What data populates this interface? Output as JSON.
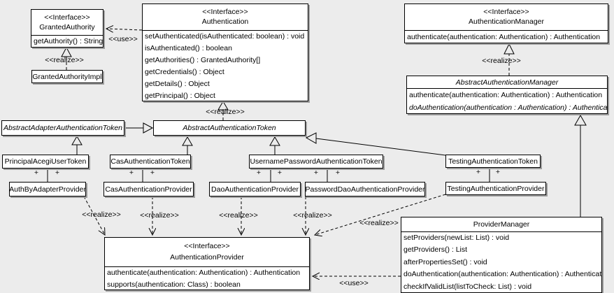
{
  "classes": {
    "granted_authority": {
      "stereotype": "<<Interface>>",
      "name": "GrantedAuthority",
      "methods": [
        "getAuthority() : String"
      ]
    },
    "granted_authority_impl": {
      "name": "GrantedAuthorityImpl"
    },
    "authentication": {
      "stereotype": "<<Interface>>",
      "name": "Authentication",
      "methods": [
        "setAuthenticated(isAuthenticated: boolean) : void",
        "isAuthenticated() : boolean",
        "getAuthorities() : GrantedAuthority[]",
        "getCredentials() : Object",
        "getDetails() : Object",
        "getPrincipal() : Object"
      ]
    },
    "authentication_manager": {
      "stereotype": "<<Interface>>",
      "name": "AuthenticationManager",
      "methods": [
        "authenticate(authentication: Authentication) : Authentication"
      ]
    },
    "abstract_authentication_manager": {
      "name": "AbstractAuthenticationManager",
      "methods": [
        "authenticate(authentication: Authentication) : Authentication",
        "doAuthentication(authentication : Authentication) : Authentication"
      ]
    },
    "abstract_adapter_authentication_token": {
      "name": "AbstractAdapterAuthenticationToken"
    },
    "abstract_authentication_token": {
      "name": "AbstractAuthenticationToken"
    },
    "principal_acegi_user_token": {
      "name": "PrincipalAcegiUserToken"
    },
    "cas_authentication_token": {
      "name": "CasAuthenticationToken"
    },
    "username_password_authentication_token": {
      "name": "UsernamePasswordAuthenticationToken"
    },
    "testing_authentication_token": {
      "name": "TestingAuthenticationToken"
    },
    "auth_by_adapter_provider": {
      "name": "AuthByAdapterProvider"
    },
    "cas_authentication_provider": {
      "name": "CasAuthenticationProvider"
    },
    "dao_authentication_provider": {
      "name": "DaoAuthenticationProvider"
    },
    "password_dao_authentication_provider": {
      "name": "PasswordDaoAuthenticationProvider"
    },
    "testing_authentication_provider": {
      "name": "TestingAuthenticationProvider"
    },
    "authentication_provider": {
      "stereotype": "<<Interface>>",
      "name": "AuthenticationProvider",
      "methods": [
        "authenticate(authentication: Authentication) : Authentication",
        "supports(authentication: Class) : boolean"
      ]
    },
    "provider_manager": {
      "name": "ProviderManager",
      "methods": [
        "setProviders(newList: List) : void",
        "getProviders() : List",
        "afterPropertiesSet() : void",
        "doAuthentication(authentication: Authentication) : Authentication",
        "checkIfValidList(listToCheck: List) : void"
      ]
    }
  },
  "edge_labels": {
    "use": "<<use>>",
    "realize": "<<realize>>",
    "plus": "+"
  },
  "colors": {
    "background": "#ececec",
    "box_fill": "#ffffff",
    "box_border": "#000000",
    "box_shadow": "#9d9d9d",
    "line": "#000000"
  }
}
